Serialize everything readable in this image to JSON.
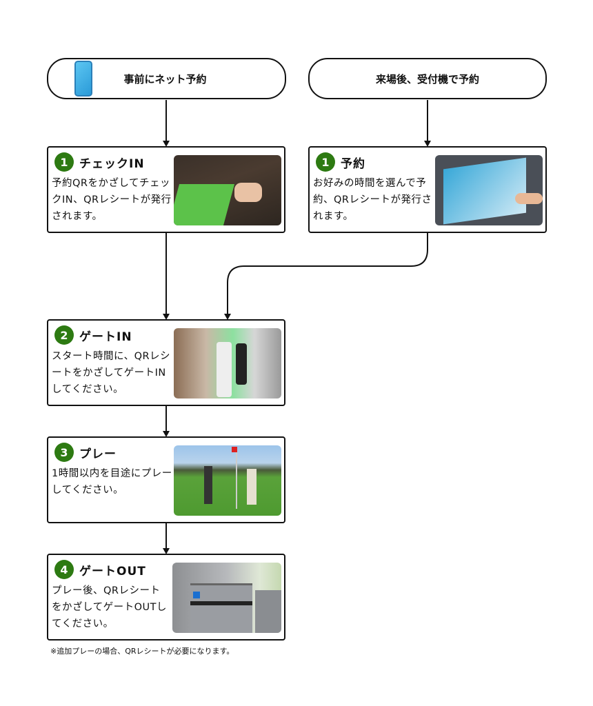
{
  "start_online": {
    "label": "事前にネット予約",
    "icon": "smartphone-icon"
  },
  "start_kiosk": {
    "label": "来場後、受付機で予約"
  },
  "steps_left": [
    {
      "number": "1",
      "title": "チェックIN",
      "text": "予約QRをかざしてチェックIN、QRレシートが発行されます。"
    },
    {
      "number": "2",
      "title": "ゲートIN",
      "text": "スタート時間に、QRレシートをかざしてゲートINしてください。"
    },
    {
      "number": "3",
      "title": "プレー",
      "text": "1時間以内を目途にプレーしてください。"
    },
    {
      "number": "4",
      "title": "ゲートOUT",
      "text": "プレー後、QRレシートをかざしてゲートOUTしてください。"
    }
  ],
  "step_right": {
    "number": "1",
    "title": "予約",
    "text": "お好みの時間を選んで予約、QRレシートが発行されます。"
  },
  "footnote": "※追加プレーの場合、QRレシートが必要になります。",
  "colors": {
    "step_badge": "#2d7a12"
  }
}
